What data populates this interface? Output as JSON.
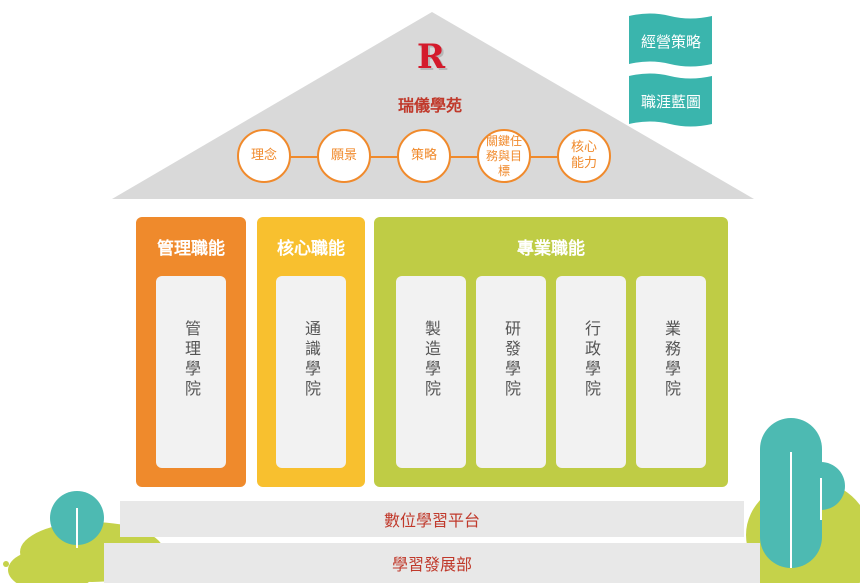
{
  "brand": {
    "logo_letter": "R",
    "name": "瑞儀學苑"
  },
  "roof_circles": [
    {
      "label": "理念"
    },
    {
      "label": "願景"
    },
    {
      "label": "策略"
    },
    {
      "label": "關鍵任務與目標"
    },
    {
      "label": "核心能力"
    }
  ],
  "flags": {
    "top": "經營策略",
    "bottom": "職涯藍圖",
    "color": "#3ab5ad"
  },
  "pillars": {
    "management": {
      "title": "管理職能",
      "color": "#ef8a2c",
      "colleges": [
        "管理學院"
      ]
    },
    "core": {
      "title": "核心職能",
      "color": "#f8c02f",
      "colleges": [
        "通識學院"
      ]
    },
    "professional": {
      "title": "專業職能",
      "color": "#bfcc45",
      "colleges": [
        "製造學院",
        "研發學院",
        "行政學院",
        "業務學院"
      ]
    }
  },
  "base": {
    "platform": "數位學習平台",
    "department": "學習發展部"
  },
  "colors": {
    "roof": "#d9d9d9",
    "accent_red": "#c0392b",
    "circle_orange": "#f08a2c",
    "tree_teal": "#4dbab2",
    "bush_green": "#c5d24a"
  }
}
